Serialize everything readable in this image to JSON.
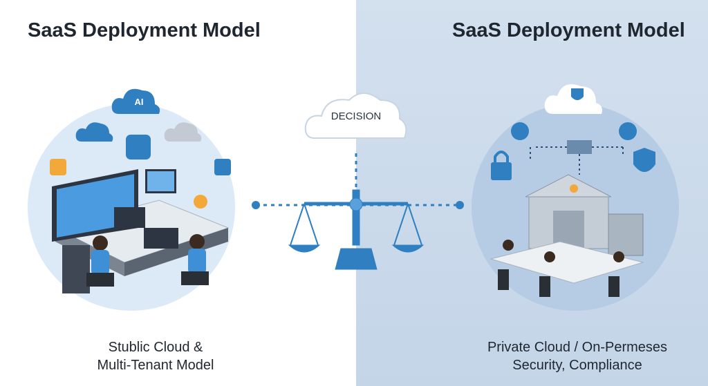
{
  "left": {
    "title": "SaaS Deployment Model",
    "caption_line1": "Stublic Cloud &",
    "caption_line2": "Multi-Tenant Model",
    "icons": [
      "ai-cloud",
      "cloud",
      "chart",
      "settings",
      "dashboard"
    ]
  },
  "right": {
    "title": "SaaS Deployment Model",
    "caption_line1": "Private Cloud / On-Permeses",
    "caption_line2": "Security, Compliance",
    "icons": [
      "shield-cloud",
      "lock",
      "shield",
      "network",
      "bank-building",
      "server"
    ]
  },
  "center": {
    "decision_label": "DECISION",
    "ai_label": "AI"
  },
  "colors": {
    "accent": "#2f7fc1",
    "right_bg": "#c9d9ea",
    "circle": "#dbe8f5"
  }
}
